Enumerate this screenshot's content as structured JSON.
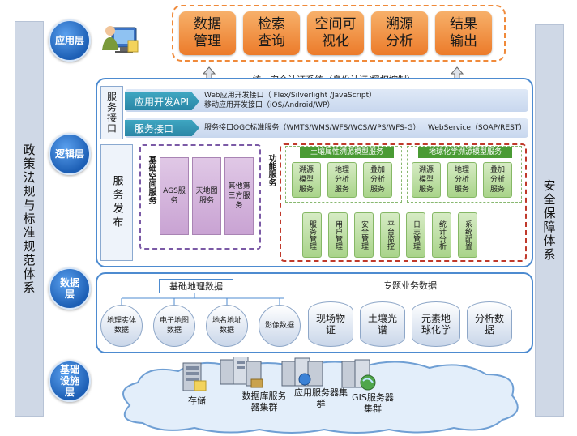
{
  "left_sidebar": {
    "label": "政策法规与标准规范体系"
  },
  "right_sidebar": {
    "label": "安全保障体系"
  },
  "layers": {
    "app": "应用层",
    "logic": "逻辑层",
    "data": "数据层",
    "infra": "基础设施层"
  },
  "app_items": [
    "数据管理",
    "检索查询",
    "空间可视化",
    "溯源分析",
    "结果输出"
  ],
  "auth_bar": "统一安全认证系统（身份认证/授权控制）",
  "service_interface": {
    "group_label": "服务接口",
    "app_dev_api_label": "应用开发API",
    "app_dev_line1": "Web应用开发接口（ Flex/Silverlight /JavaScript）",
    "app_dev_line2": "移动应用开发接口（iOS/Android/WP）",
    "service_interface_label": "服务接口",
    "ogc_text": "服务接口OGC标准服务（WMTS/WMS/WFS/WCS/WPS/WFS-G）",
    "webservice_text": "WebService（SOAP/REST）"
  },
  "service_publish": "服务发布",
  "basic_spatial": {
    "title": "基础空间服务",
    "items": [
      "AGS服务",
      "天地图服务",
      "其他第三方服务"
    ]
  },
  "functional": {
    "title": "功能服务",
    "group1": {
      "title": "土壤属性溯源模型服务",
      "items": [
        "溯源模型服务",
        "地理分析服务",
        "叠加分析服务"
      ]
    },
    "group2": {
      "title": "地球化学溯源模型服务",
      "items": [
        "溯源模型服务",
        "地理分析服务",
        "叠加分析服务"
      ]
    },
    "bottom_items": [
      "服务管理",
      "用户管理",
      "安全管理",
      "平台监控",
      "日志管理",
      "统计分析",
      "系统配置"
    ]
  },
  "data_layer": {
    "basic_title": "基础地理数据",
    "basic_items": [
      "地理实体数据",
      "电子地图数据",
      "地名地址数据",
      "影像数据"
    ],
    "topic_title": "专题业务数据",
    "topic_items": [
      "现场物证",
      "土壤光谱",
      "元素地球化学",
      "分析数据"
    ]
  },
  "infra": {
    "items": [
      "存储",
      "数据库服务器集群",
      "应用服务器集群",
      "GIS服务器集群"
    ]
  },
  "colors": {
    "orange": "#ec7b2a",
    "blue_border": "#4d8bd0",
    "green": "#a9d48a",
    "violet": "#c9a3d3",
    "red_dash": "#c0392b"
  }
}
